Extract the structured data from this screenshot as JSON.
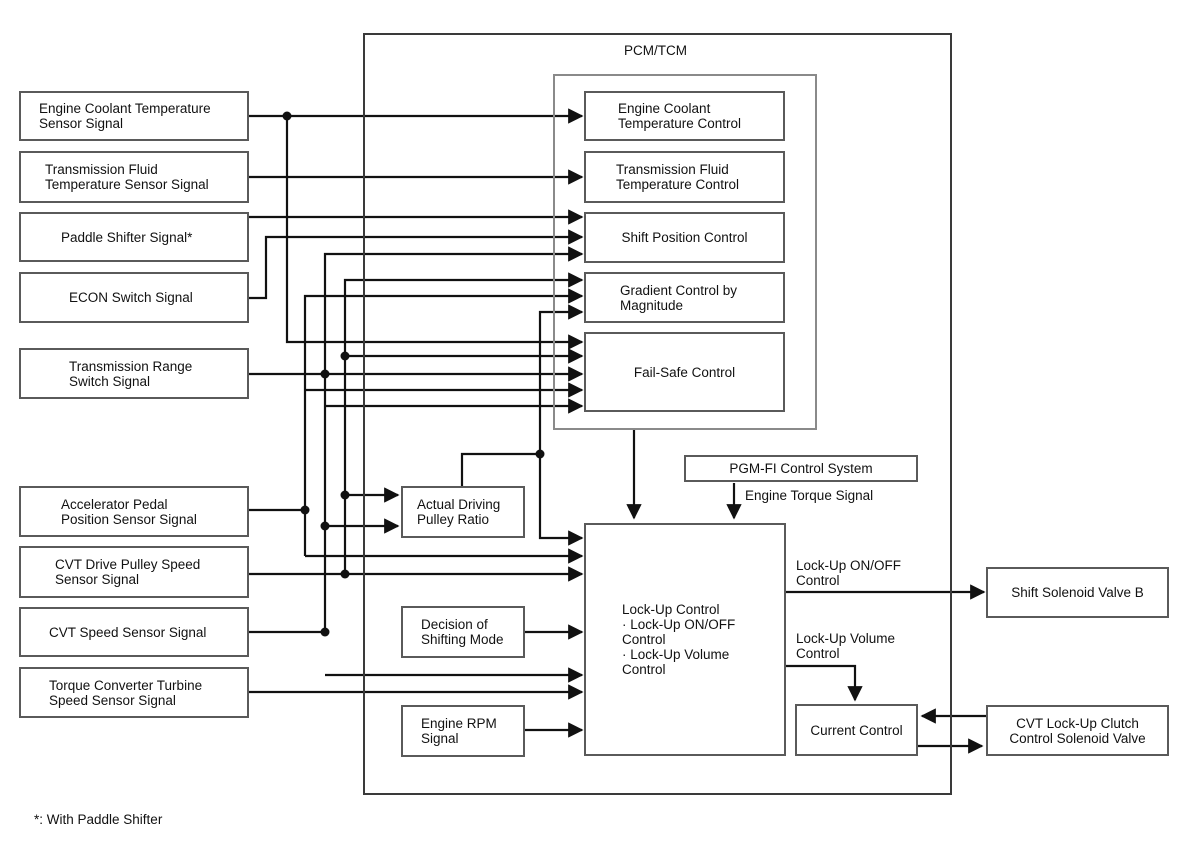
{
  "frame_title": "PCM/TCM",
  "inputs": {
    "ect": "Engine Coolant Temperature\nSensor Signal",
    "tft": "Transmission Fluid\nTemperature Sensor Signal",
    "paddle": "Paddle Shifter Signal*",
    "econ": "ECON Switch Signal",
    "trange": "Transmission Range\nSwitch Signal",
    "app": "Accelerator Pedal\nPosition Sensor Signal",
    "cvt_drive": "CVT Drive Pulley Speed\nSensor Signal",
    "cvt_speed": "CVT Speed Sensor Signal",
    "turbine": "Torque Converter Turbine\nSpeed Sensor Signal"
  },
  "controls": {
    "ect_ctrl": "Engine Coolant\nTemperature Control",
    "tf_ctrl": "Transmission Fluid\nTemperature Control",
    "shift_pos": "Shift Position Control",
    "gradient": "Gradient Control by\nMagnitude",
    "failsafe": "Fail-Safe Control"
  },
  "blocks": {
    "pulley_ratio": "Actual Driving\nPulley Ratio",
    "shift_mode": "Decision of\nShifting Mode",
    "engine_rpm": "Engine RPM\nSignal",
    "lockup": "Lock-Up Control\n· Lock-Up ON/OFF\nControl\n· Lock-Up Volume\nControl",
    "pgm_fi": "PGM-FI Control System",
    "current": "Current Control"
  },
  "outputs": {
    "ssv_b": "Shift Solenoid Valve B",
    "cvt_clutch": "CVT Lock-Up Clutch\nControl Solenoid Valve"
  },
  "labels": {
    "engine_torque": "Engine Torque Signal",
    "lockup_onoff": "Lock-Up ON/OFF\nControl",
    "lockup_volume": "Lock-Up Volume\nControl"
  },
  "footnote": "*: With Paddle Shifter"
}
